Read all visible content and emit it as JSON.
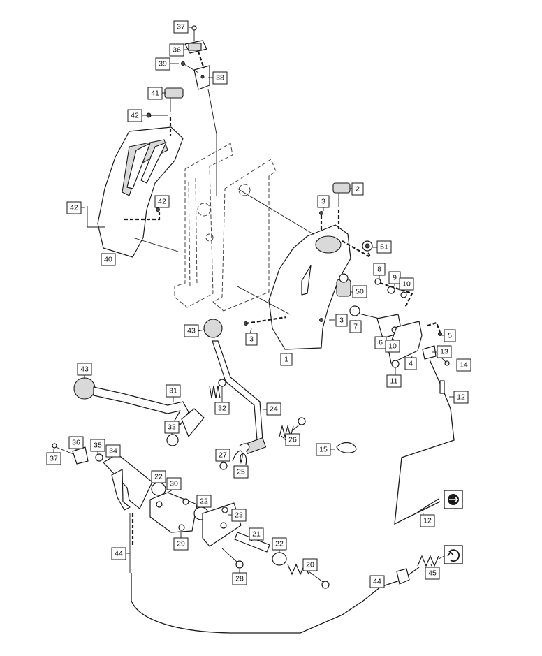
{
  "callouts": [
    {
      "id": "c37a",
      "label": "37"
    },
    {
      "id": "c36a",
      "label": "36"
    },
    {
      "id": "c39",
      "label": "39"
    },
    {
      "id": "c38",
      "label": "38"
    },
    {
      "id": "c41",
      "label": "41"
    },
    {
      "id": "c42a",
      "label": "42"
    },
    {
      "id": "c42b",
      "label": "42"
    },
    {
      "id": "c42c",
      "label": "42"
    },
    {
      "id": "c40",
      "label": "40"
    },
    {
      "id": "c2",
      "label": "2"
    },
    {
      "id": "c3a",
      "label": "3"
    },
    {
      "id": "c51",
      "label": "51"
    },
    {
      "id": "c8",
      "label": "8"
    },
    {
      "id": "c9",
      "label": "9"
    },
    {
      "id": "c10a",
      "label": "10"
    },
    {
      "id": "c50",
      "label": "50"
    },
    {
      "id": "c43a",
      "label": "43"
    },
    {
      "id": "c3b",
      "label": "3"
    },
    {
      "id": "c3c",
      "label": "3"
    },
    {
      "id": "c7",
      "label": "7"
    },
    {
      "id": "c5",
      "label": "5"
    },
    {
      "id": "c6",
      "label": "6"
    },
    {
      "id": "c10b",
      "label": "10"
    },
    {
      "id": "c1",
      "label": "1"
    },
    {
      "id": "c13",
      "label": "13"
    },
    {
      "id": "c4",
      "label": "4"
    },
    {
      "id": "c14",
      "label": "14"
    },
    {
      "id": "c11",
      "label": "11"
    },
    {
      "id": "c12a",
      "label": "12"
    },
    {
      "id": "c43b",
      "label": "43"
    },
    {
      "id": "c31",
      "label": "31"
    },
    {
      "id": "c32",
      "label": "32"
    },
    {
      "id": "c24",
      "label": "24"
    },
    {
      "id": "c33",
      "label": "33"
    },
    {
      "id": "c26",
      "label": "26"
    },
    {
      "id": "c15",
      "label": "15"
    },
    {
      "id": "c36b",
      "label": "36"
    },
    {
      "id": "c35",
      "label": "35"
    },
    {
      "id": "c34",
      "label": "34"
    },
    {
      "id": "c37b",
      "label": "37"
    },
    {
      "id": "c27",
      "label": "27"
    },
    {
      "id": "c25",
      "label": "25"
    },
    {
      "id": "c22a",
      "label": "22"
    },
    {
      "id": "c30",
      "label": "30"
    },
    {
      "id": "c22b",
      "label": "22"
    },
    {
      "id": "c23",
      "label": "23"
    },
    {
      "id": "c12b",
      "label": "12"
    },
    {
      "id": "c29",
      "label": "29"
    },
    {
      "id": "c21",
      "label": "21"
    },
    {
      "id": "c22c",
      "label": "22"
    },
    {
      "id": "c44a",
      "label": "44"
    },
    {
      "id": "c45",
      "label": "45"
    },
    {
      "id": "c20",
      "label": "20"
    },
    {
      "id": "c28",
      "label": "28"
    },
    {
      "id": "c44b",
      "label": "44"
    }
  ],
  "symbols": [
    {
      "id": "sym-reverse",
      "icon": "rotation-reverse-icon"
    },
    {
      "id": "sym-forward",
      "icon": "rotation-forward-icon"
    }
  ],
  "colors": {
    "line": "#1a1a1a",
    "shade": "#d9d9d9",
    "frame": "#444444"
  }
}
